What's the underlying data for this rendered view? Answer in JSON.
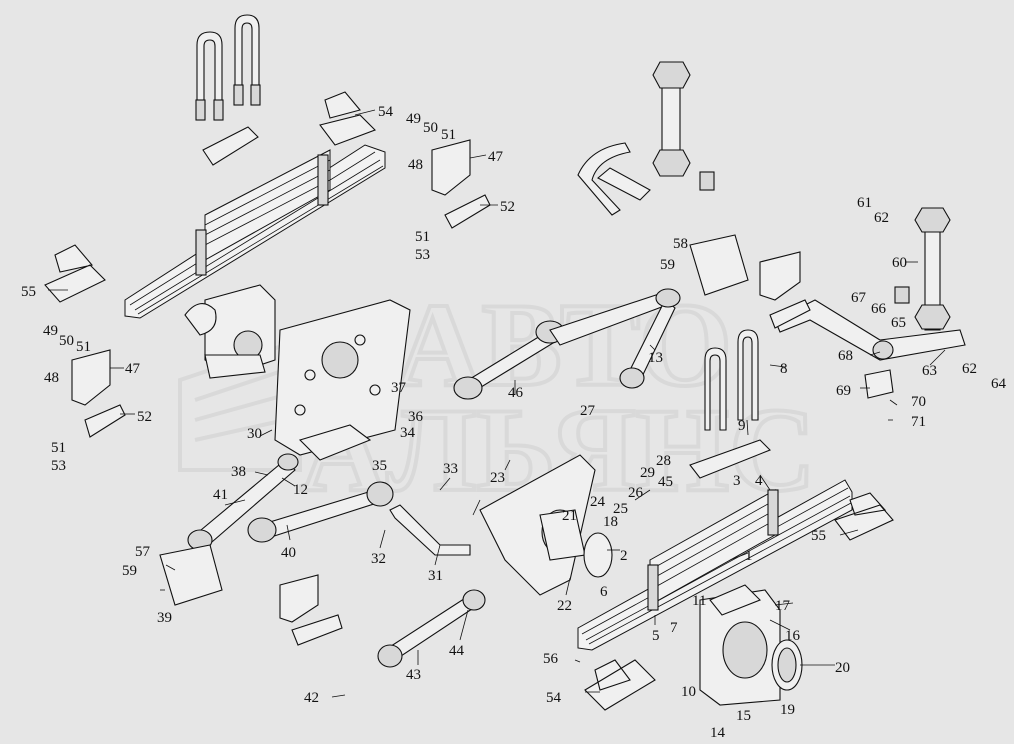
{
  "watermark": {
    "line1": "АВТО",
    "line2": "АЛЬЯНС"
  },
  "callouts": [
    {
      "id": "c1",
      "text": "1"
    },
    {
      "id": "c2",
      "text": "2"
    },
    {
      "id": "c3",
      "text": "3"
    },
    {
      "id": "c4",
      "text": "4"
    },
    {
      "id": "c5",
      "text": "5"
    },
    {
      "id": "c6",
      "text": "6"
    },
    {
      "id": "c7",
      "text": "7"
    },
    {
      "id": "c8",
      "text": "8"
    },
    {
      "id": "c9",
      "text": "9"
    },
    {
      "id": "c10",
      "text": "10"
    },
    {
      "id": "c11",
      "text": "11"
    },
    {
      "id": "c12",
      "text": "12"
    },
    {
      "id": "c13",
      "text": "13"
    },
    {
      "id": "c14",
      "text": "14"
    },
    {
      "id": "c15",
      "text": "15"
    },
    {
      "id": "c16",
      "text": "16"
    },
    {
      "id": "c17",
      "text": "17"
    },
    {
      "id": "c18",
      "text": "18"
    },
    {
      "id": "c19",
      "text": "19"
    },
    {
      "id": "c20",
      "text": "20"
    },
    {
      "id": "c21",
      "text": "21"
    },
    {
      "id": "c22",
      "text": "22"
    },
    {
      "id": "c23",
      "text": "23"
    },
    {
      "id": "c24",
      "text": "24"
    },
    {
      "id": "c25",
      "text": "25"
    },
    {
      "id": "c26",
      "text": "26"
    },
    {
      "id": "c27",
      "text": "27"
    },
    {
      "id": "c28",
      "text": "28"
    },
    {
      "id": "c29",
      "text": "29"
    },
    {
      "id": "c30",
      "text": "30"
    },
    {
      "id": "c31",
      "text": "31"
    },
    {
      "id": "c32",
      "text": "32"
    },
    {
      "id": "c33",
      "text": "33"
    },
    {
      "id": "c34",
      "text": "34"
    },
    {
      "id": "c35",
      "text": "35"
    },
    {
      "id": "c36",
      "text": "36"
    },
    {
      "id": "c37",
      "text": "37"
    },
    {
      "id": "c38",
      "text": "38"
    },
    {
      "id": "c39",
      "text": "39"
    },
    {
      "id": "c40",
      "text": "40"
    },
    {
      "id": "c41",
      "text": "41"
    },
    {
      "id": "c42",
      "text": "42"
    },
    {
      "id": "c43",
      "text": "43"
    },
    {
      "id": "c44",
      "text": "44"
    },
    {
      "id": "c45",
      "text": "45"
    },
    {
      "id": "c46",
      "text": "46"
    },
    {
      "id": "c47a",
      "text": "47"
    },
    {
      "id": "c47b",
      "text": "47"
    },
    {
      "id": "c48a",
      "text": "48"
    },
    {
      "id": "c48b",
      "text": "48"
    },
    {
      "id": "c49a",
      "text": "49"
    },
    {
      "id": "c49b",
      "text": "49"
    },
    {
      "id": "c50a",
      "text": "50"
    },
    {
      "id": "c50b",
      "text": "50"
    },
    {
      "id": "c51a",
      "text": "51"
    },
    {
      "id": "c51b",
      "text": "51"
    },
    {
      "id": "c51c",
      "text": "51"
    },
    {
      "id": "c51d",
      "text": "51"
    },
    {
      "id": "c52a",
      "text": "52"
    },
    {
      "id": "c52b",
      "text": "52"
    },
    {
      "id": "c53a",
      "text": "53"
    },
    {
      "id": "c53b",
      "text": "53"
    },
    {
      "id": "c54a",
      "text": "54"
    },
    {
      "id": "c54b",
      "text": "54"
    },
    {
      "id": "c55a",
      "text": "55"
    },
    {
      "id": "c55b",
      "text": "55"
    },
    {
      "id": "c56",
      "text": "56"
    },
    {
      "id": "c57",
      "text": "57"
    },
    {
      "id": "c58",
      "text": "58"
    },
    {
      "id": "c59a",
      "text": "59"
    },
    {
      "id": "c59b",
      "text": "59"
    },
    {
      "id": "c60",
      "text": "60"
    },
    {
      "id": "c61",
      "text": "61"
    },
    {
      "id": "c62a",
      "text": "62"
    },
    {
      "id": "c62b",
      "text": "62"
    },
    {
      "id": "c63",
      "text": "63"
    },
    {
      "id": "c64",
      "text": "64"
    },
    {
      "id": "c65",
      "text": "65"
    },
    {
      "id": "c66",
      "text": "66"
    },
    {
      "id": "c67",
      "text": "67"
    },
    {
      "id": "c68",
      "text": "68"
    },
    {
      "id": "c69",
      "text": "69"
    },
    {
      "id": "c70",
      "text": "70"
    },
    {
      "id": "c71",
      "text": "71"
    }
  ]
}
